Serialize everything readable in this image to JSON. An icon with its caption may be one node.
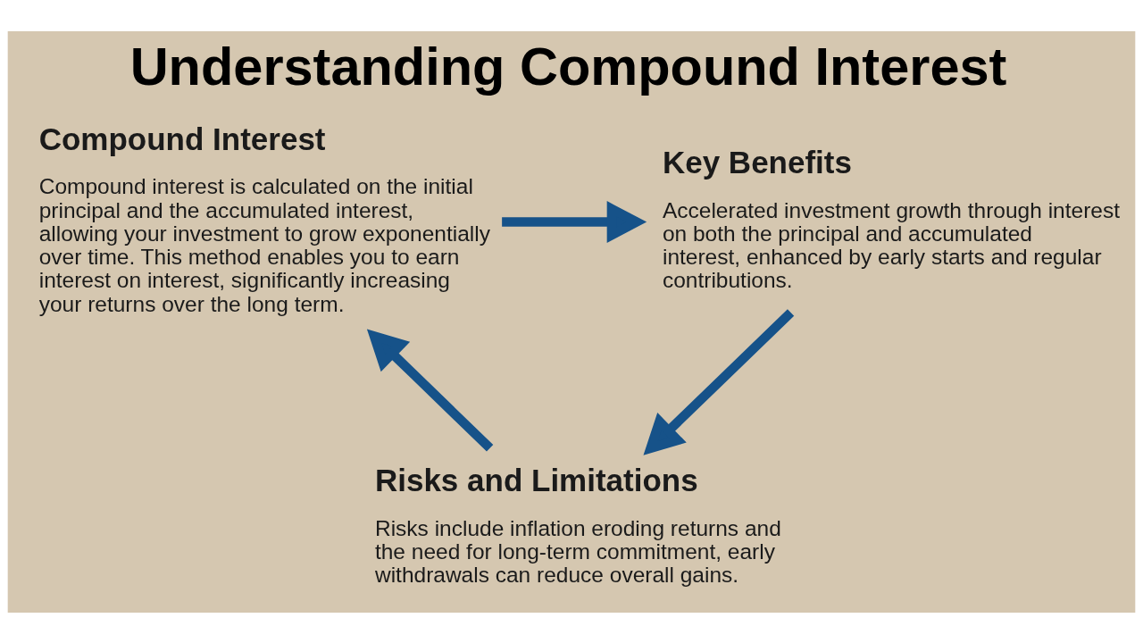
{
  "diagram": {
    "title": "Understanding Compound Interest",
    "nodes": [
      {
        "text": [
          "Compound Interest",
          "Compound interest is calculated on the initial principal and the accumulated interest, allowing your investment to grow exponentially over time. This method enables you to earn interest on interest, significantly increasing your returns over the long term."
        ]
      },
      {
        "text": [
          "Key Benefits",
          "Accelerated investment growth through interest on both the principal and accumulated interest, enhanced by early starts and regular contributions."
        ]
      },
      {
        "text": [
          "Risks and Limitations",
          "Risks include inflation eroding returns and the need for long-term commitment, early withdrawals can reduce overall gains."
        ]
      }
    ],
    "edges": [
      {
        "from": 0,
        "to": 1,
        "arrow": "to"
      },
      {
        "from": 1,
        "to": 2,
        "arrow": "to"
      },
      {
        "from": 2,
        "to": 0,
        "arrow": "to"
      }
    ]
  }
}
